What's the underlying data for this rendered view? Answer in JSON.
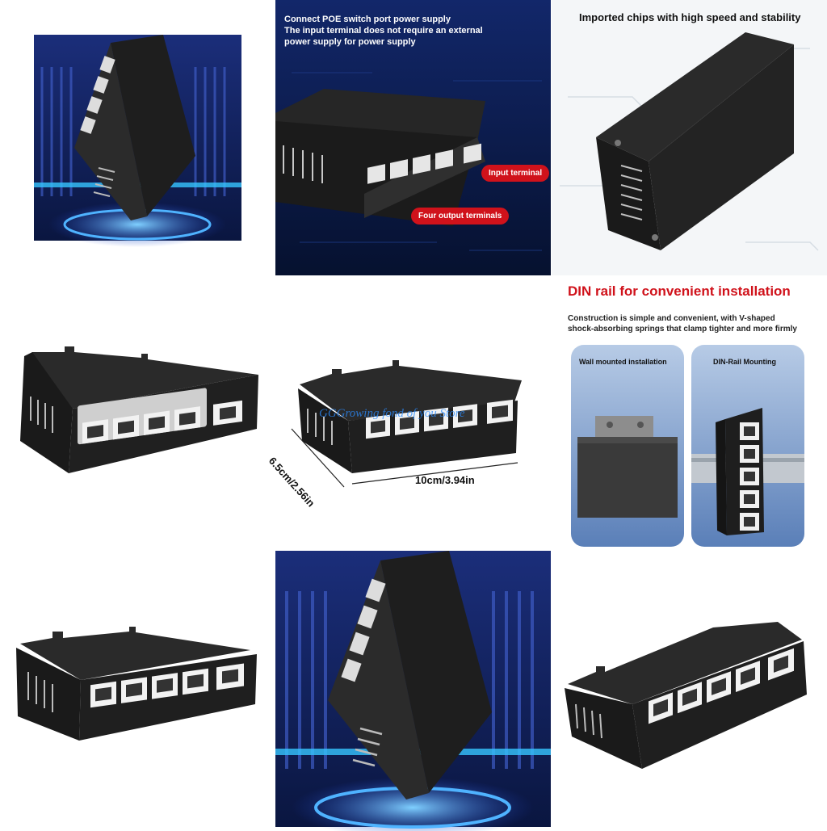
{
  "panels": {
    "poe": {
      "title_line1": "Connect POE switch port power supply",
      "title_line2": "The input terminal does not require an external",
      "title_line3": "power supply for power supply",
      "input_label": "Input terminal",
      "output_label": "Four output terminals"
    },
    "chips": {
      "title": "Imported chips with high speed and stability"
    },
    "dims": {
      "depth_label": "6.5cm/2.56in",
      "width_label": "10cm/3.94in",
      "watermark": "GGGrowing fond of you Store"
    },
    "din": {
      "title": "DIN rail for convenient installation",
      "desc_line1": "Construction is simple and convenient, with V-shaped",
      "desc_line2": "shock-absorbing springs that clamp tighter and more firmly",
      "card_left": "Wall mounted installation",
      "card_right": "DIN-Rail Mounting"
    }
  },
  "colors": {
    "navy": "#0d1a44",
    "neon_blue": "#2a8cff",
    "accent_red": "#d0121b",
    "device_black": "#1c1c1c"
  }
}
